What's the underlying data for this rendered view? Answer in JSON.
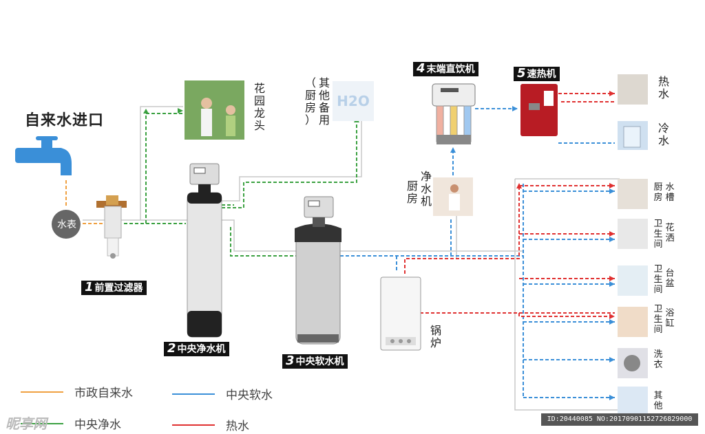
{
  "title": "自来水进口",
  "meter": "水表",
  "devices": {
    "prefilter": {
      "num": "1",
      "label": "前置过滤器"
    },
    "central_purifier": {
      "num": "2",
      "label": "中央净水机"
    },
    "central_softener": {
      "num": "3",
      "label": "中央软水机"
    },
    "terminal_drinker": {
      "num": "4",
      "label": "末端直饮机"
    },
    "instant_heater": {
      "num": "5",
      "label": "速热机"
    }
  },
  "labels": {
    "garden_tap": "花园龙头",
    "kitchen_other": "其他备用",
    "kitchen_other_paren": "（厨房）",
    "kitchen_purifier_place": "厨房",
    "kitchen_purifier_name": "净水机",
    "boiler": "锅炉",
    "hot_water": "热水",
    "cold_water": "冷水"
  },
  "outlets": [
    {
      "place": "厨房",
      "name": "水槽"
    },
    {
      "place": "卫生间",
      "name": "花洒"
    },
    {
      "place": "卫生间",
      "name": "台盆"
    },
    {
      "place": "卫生间",
      "name": "浴缸"
    },
    {
      "place": "",
      "name": "洗衣"
    },
    {
      "place": "",
      "name": "其他"
    }
  ],
  "legend": [
    {
      "label": "市政自来水",
      "color": "#f0a040"
    },
    {
      "label": "中央软水",
      "color": "#3a8fd8"
    },
    {
      "label": "中央净水",
      "color": "#3aa040"
    },
    {
      "label": "热水",
      "color": "#e03030"
    }
  ],
  "colors": {
    "municipal": "#f0a040",
    "purified": "#3aa040",
    "softened": "#3a8fd8",
    "hot": "#e03030",
    "pipe": "#c8c8c8"
  },
  "watermark": "昵享网",
  "footer_id": "ID:20440085 NO:20170901152726829000"
}
